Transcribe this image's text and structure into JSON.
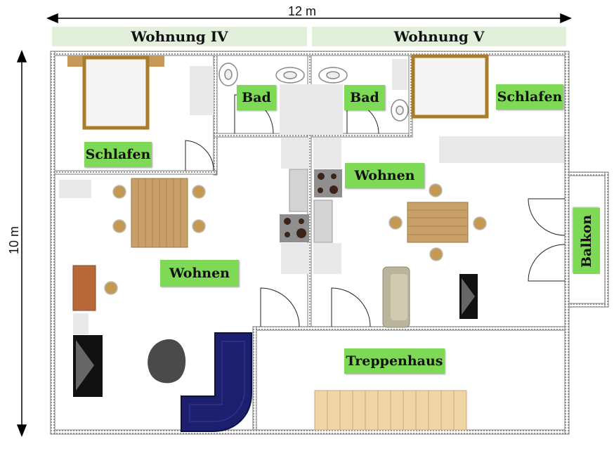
{
  "dimensions": {
    "width": "12 m",
    "height": "10 m"
  },
  "apartments": [
    {
      "title": "Wohnung IV"
    },
    {
      "title": "Wohnung V"
    }
  ],
  "rooms": {
    "schlafen_iv": "Schlafen",
    "bad_iv": "Bad",
    "bad_v": "Bad",
    "schlafen_v": "Schlafen",
    "wohnen_v": "Wohnen",
    "wohnen_iv": "Wohnen",
    "balkon": "Balkon",
    "treppenhaus": "Treppenhaus"
  },
  "colors": {
    "label_bg": "#7ed957",
    "header_bg": "#e2efda",
    "wall": "#8c8c8c",
    "wood": "#c9a06a",
    "sofa": "#1c1f6e",
    "bed_frame": "#a87c2a"
  }
}
